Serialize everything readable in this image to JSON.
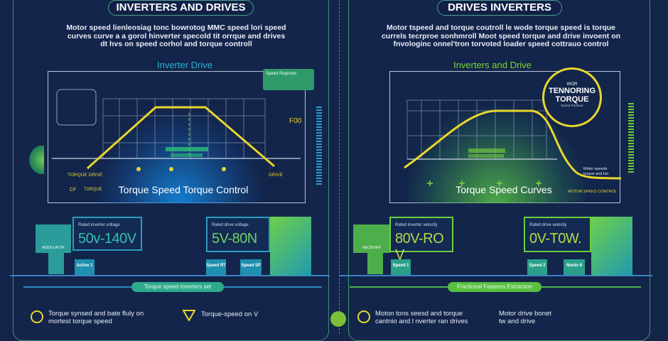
{
  "left": {
    "title": "INVERTERS AND DRIVES",
    "description": [
      "Motor speed lienleosiag tonc bowrotog MMC speed lori speed",
      "curves curve a a gorol hinverter specold tit orrque and drives",
      "dt hvs on speed corhol and torque controll"
    ],
    "chart_title": "Inverter Drive",
    "chart_caption": "Torque Speed Torque Control",
    "axis_left_label": "TORQUE DRIVE",
    "axis_right_label": "DRIVE",
    "corner_labels": [
      "CF",
      "TORQUE"
    ],
    "side_readout": "F00",
    "module_label": "Speed Rogrowe",
    "cards": [
      {
        "label": "Rated inverter voltage",
        "value": "50v-140V"
      },
      {
        "label": "Rated drive voltage",
        "value": "5V-80N"
      }
    ],
    "small_boxes": [
      "Active 1",
      "Speed RT",
      "Speed 5P"
    ],
    "equipment_label": "MODULATOR",
    "footer_pill": "Torque speed inverters set",
    "footer_items": [
      {
        "icon": "ring-icon",
        "text": [
          "Torque synsed and bate fluly on",
          "mortest torque speed"
        ]
      },
      {
        "icon": "warning-triangle-icon",
        "text": [
          "Torque-speed on V"
        ]
      }
    ],
    "colors": {
      "accent": "#2ab3d6",
      "curve": "#e8d62e"
    }
  },
  "right": {
    "title": "DRIVES INVERTERS",
    "description": [
      "Motor tspeed and torque coutroll le wode torque speed is torque",
      "currels tecrproe sonhmroll Moot speed torque and drive invoent on",
      "fnvologinc onnel'tron torvoted loader speed cottrauo control"
    ],
    "chart_title": "Inverters and Drive",
    "chart_caption": "Torque Speed Curves",
    "badge": {
      "top": "WOR",
      "main": [
        "TENNORING",
        "TORQUE"
      ],
      "small": "Speed Proflows"
    },
    "side_label": [
      "Motor speeds",
      "torque and Ion"
    ],
    "bottom_right_label": "MOTOR SPEED CONTROL",
    "cards": [
      {
        "label": "Rated inverter velocity",
        "value": "80V-RO V"
      },
      {
        "label": "Rated drive velocity",
        "value": "0V-T0W."
      }
    ],
    "small_boxes": [
      "Speed 1",
      "Speed 2",
      "Nonlo 9"
    ],
    "equipment_label": "RECEIVER",
    "footer_pill": "Fractional Feasens Extraction",
    "footer_items": [
      {
        "icon": "ring-icon",
        "text": [
          "Moton tons seesd and torque",
          "cantnio and l nverter ran drives"
        ]
      },
      {
        "icon": "none",
        "text": [
          "Motor drive bonet",
          "tw and drive"
        ]
      }
    ],
    "colors": {
      "accent": "#7cd63a",
      "curve": "#e8d62e"
    }
  }
}
